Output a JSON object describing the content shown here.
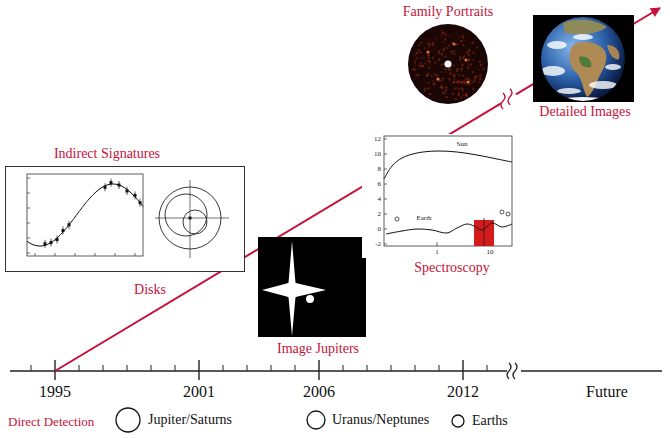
{
  "diagram": {
    "nodes": [
      {
        "text": [
          "Indirect Signatures"
        ]
      },
      {
        "text": [
          "Image Jupiters"
        ]
      },
      {
        "text": [
          "Spectroscopy"
        ]
      },
      {
        "text": [
          "Family Portraits"
        ]
      },
      {
        "text": [
          "Detailed Images"
        ]
      }
    ],
    "labels": [
      "Disks",
      "1995",
      "2001",
      "2006",
      "2012",
      "Future",
      "Direct Detection",
      "12",
      "10",
      "8",
      "6",
      "4",
      "2",
      "0",
      "-2",
      "Sun",
      "Earth",
      "1",
      "10"
    ],
    "legend": [
      {
        "text": "Jupiter/Saturns"
      },
      {
        "text": "Uranus/Neptunes"
      },
      {
        "text": "Earths"
      }
    ]
  }
}
